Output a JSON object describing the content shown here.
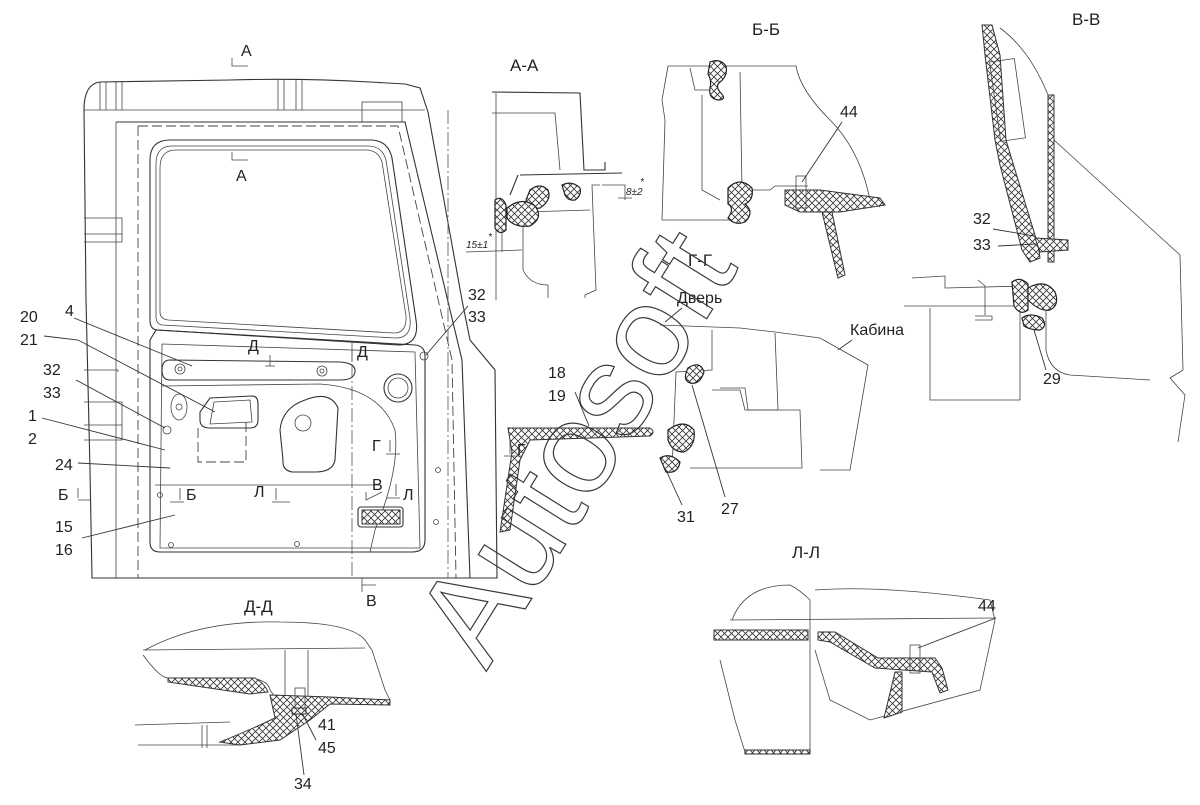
{
  "drawing": {
    "description": "Door assembly technical drawing with section views",
    "watermark": "Autosoft",
    "main_view": {
      "section_marks": [
        {
          "id": "A-top",
          "letter": "А"
        },
        {
          "id": "A-window",
          "letter": "А"
        },
        {
          "id": "D-left",
          "letter": "Д"
        },
        {
          "id": "D-right",
          "letter": "Д"
        },
        {
          "id": "B-edge",
          "letter": "Б"
        },
        {
          "id": "B-inner",
          "letter": "Б"
        },
        {
          "id": "L-mid",
          "letter": "Л"
        },
        {
          "id": "L-right",
          "letter": "Л"
        },
        {
          "id": "G",
          "letter": "Г"
        },
        {
          "id": "V-top",
          "letter": "В"
        },
        {
          "id": "V-bottom",
          "letter": "В"
        }
      ],
      "callouts": [
        {
          "id": "c-20-21",
          "lines": [
            "20",
            "21"
          ]
        },
        {
          "id": "c-4",
          "lines": [
            "4"
          ]
        },
        {
          "id": "c-32-33-left",
          "lines": [
            "32",
            "33"
          ]
        },
        {
          "id": "c-1-2",
          "lines": [
            "1",
            "2"
          ]
        },
        {
          "id": "c-24",
          "lines": [
            "24"
          ]
        },
        {
          "id": "c-15-16",
          "lines": [
            "15",
            "16"
          ]
        },
        {
          "id": "c-32-33-right",
          "lines": [
            "32",
            "33"
          ]
        }
      ]
    },
    "sections": {
      "aa": {
        "title": "А-А",
        "dims": [
          "15±1",
          "8±2"
        ],
        "dim_mark": "*"
      },
      "bb": {
        "title": "Б-Б",
        "callouts": [
          "44"
        ]
      },
      "vv": {
        "title": "В-В",
        "callouts": [
          "32",
          "33",
          "29"
        ]
      },
      "gg": {
        "title": "Г-Г",
        "labels": {
          "door": "Дверь",
          "cabin": "Кабина"
        },
        "callouts": [
          "18",
          "19",
          "31",
          "27"
        ],
        "section_mark": "Г"
      },
      "dd": {
        "title": "Д-Д",
        "callouts": [
          "41",
          "45",
          "34"
        ]
      },
      "ll": {
        "title": "Л-Л",
        "callouts": [
          "44"
        ]
      }
    }
  }
}
